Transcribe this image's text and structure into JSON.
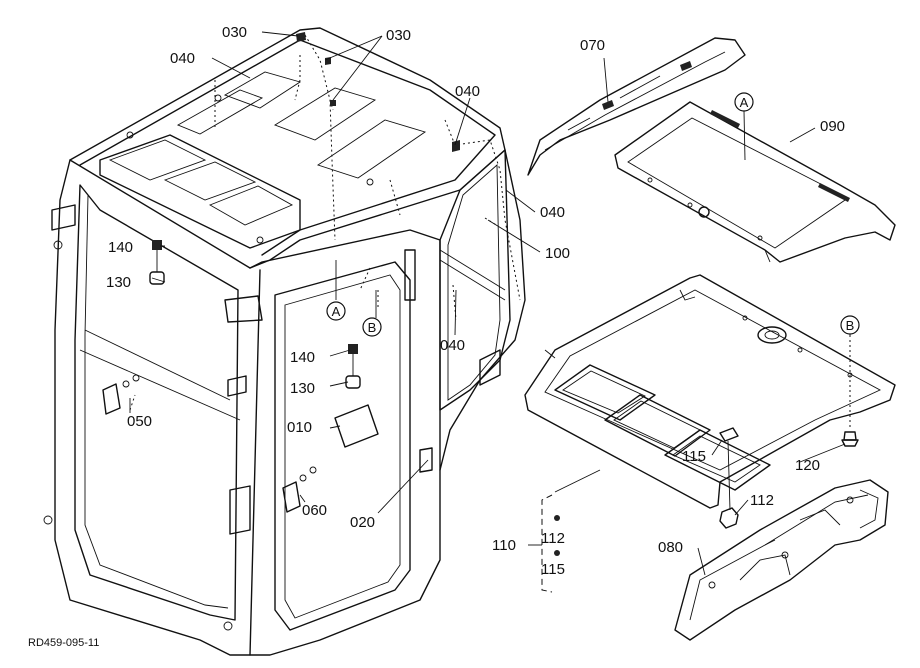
{
  "callouts": {
    "c010": "010",
    "c020": "020",
    "c030a": "030",
    "c030b": "030",
    "c040a": "040",
    "c040b": "040",
    "c040c": "040",
    "c040d": "040",
    "c050": "050",
    "c060": "060",
    "c070": "070",
    "c080": "080",
    "c090": "090",
    "c100": "100",
    "c110": "110",
    "c112a": "112",
    "c112b": "112",
    "c115a": "115",
    "c115b": "115",
    "c120": "120",
    "c130a": "130",
    "c130b": "130",
    "c140a": "140",
    "c140b": "140"
  },
  "ref_marks": {
    "A1": "A",
    "A2": "A",
    "B1": "B",
    "B2": "B"
  },
  "drawing_code": "RD459-095-11"
}
